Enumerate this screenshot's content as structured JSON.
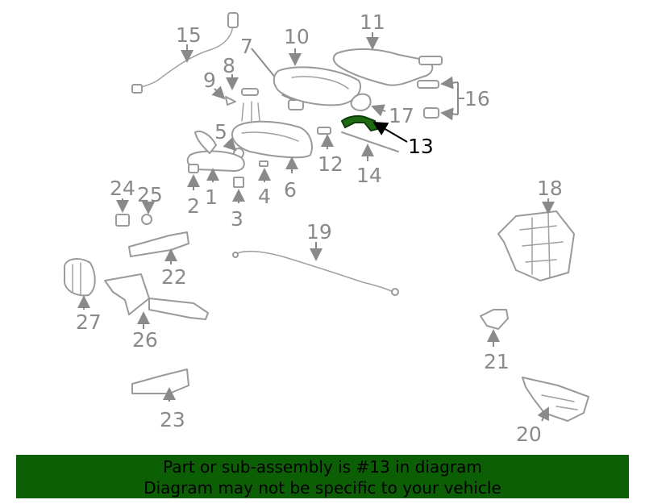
{
  "callouts": {
    "c1": "1",
    "c2": "2",
    "c3": "3",
    "c4": "4",
    "c5": "5",
    "c6": "6",
    "c7": "7",
    "c8": "8",
    "c9": "9",
    "c10": "10",
    "c11": "11",
    "c12": "12",
    "c13": "13",
    "c14": "14",
    "c15": "15",
    "c16": "16",
    "c17": "17",
    "c18": "18",
    "c19": "19",
    "c20": "20",
    "c21": "21",
    "c22": "22",
    "c23": "23",
    "c24": "24",
    "c25": "25",
    "c26": "26",
    "c27": "27"
  },
  "highlight": {
    "part": "13",
    "color": "#1f6b12"
  },
  "banner": {
    "line1": "Part or sub-assembly is #13 in diagram",
    "line2": "Diagram may not be specific to your vehicle",
    "background": "#0d5f06"
  }
}
